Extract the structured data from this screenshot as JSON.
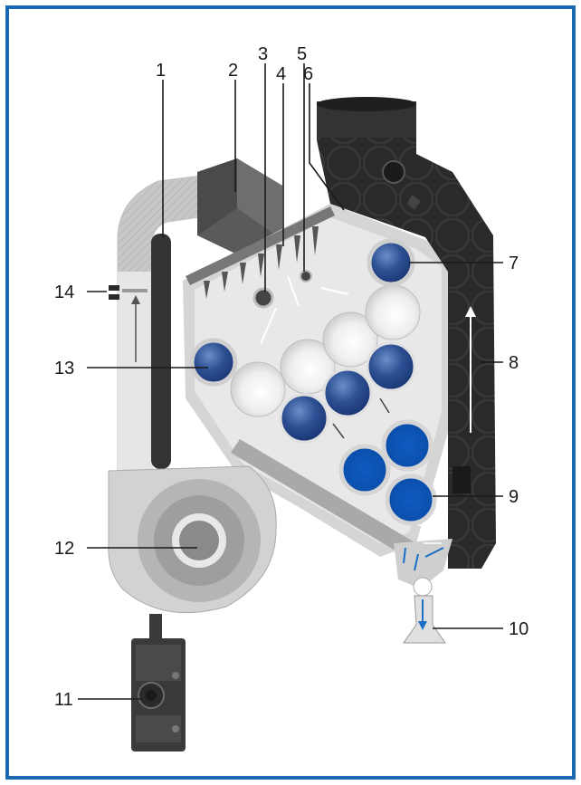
{
  "colors": {
    "border": "#1a68b0",
    "light_gray": "#d9d9d9",
    "mid_gray": "#9a9a9a",
    "dark_body": "#2b2b2b",
    "blue_roller": "#1a5db5",
    "arrow_blue": "#1a6fc4"
  },
  "callouts": [
    {
      "label": "1"
    },
    {
      "label": "2"
    },
    {
      "label": "3"
    },
    {
      "label": "4"
    },
    {
      "label": "5"
    },
    {
      "label": "6"
    },
    {
      "label": "7"
    },
    {
      "label": "8"
    },
    {
      "label": "9"
    },
    {
      "label": "10"
    },
    {
      "label": "11"
    },
    {
      "label": "12"
    },
    {
      "label": "13"
    },
    {
      "label": "14"
    }
  ]
}
